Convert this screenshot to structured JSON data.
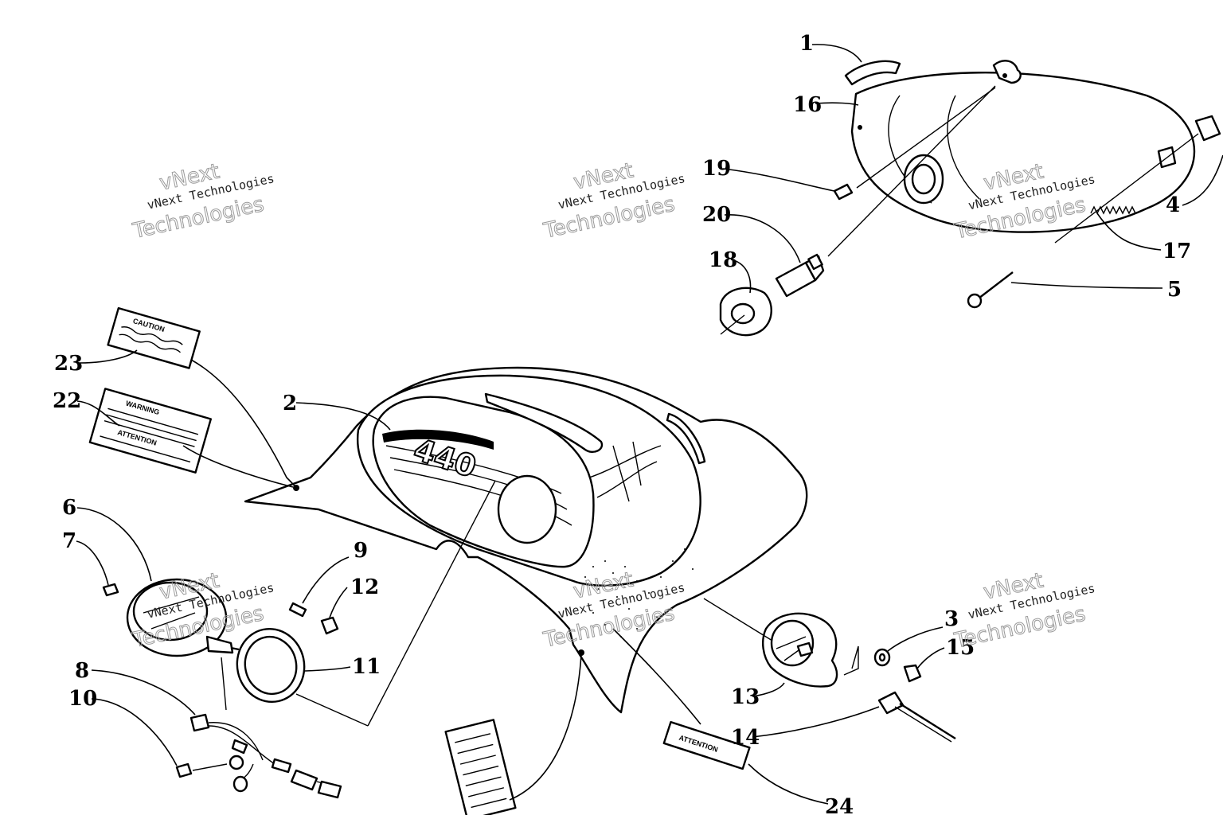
{
  "watermark": {
    "top": "vNext",
    "middle": "vNext Technologies",
    "bottom": "Technologies"
  },
  "decals": {
    "caution": "CAUTION",
    "attention": "ATTENTION",
    "warning_header": "WARNING",
    "warning_sub": "ATTENTION"
  },
  "console_logo": "440",
  "callouts": [
    "1",
    "2",
    "3",
    "4",
    "5",
    "6",
    "7",
    "8",
    "9",
    "10",
    "11",
    "12",
    "13",
    "14",
    "15",
    "16",
    "17",
    "18",
    "19",
    "20",
    "22",
    "23",
    "24"
  ]
}
